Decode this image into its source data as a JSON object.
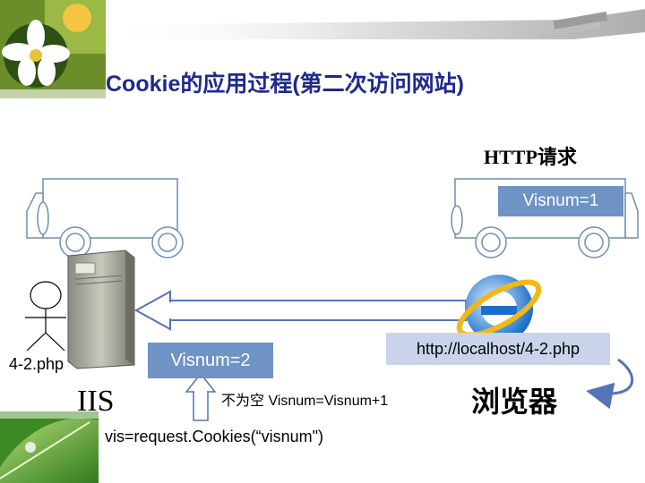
{
  "title": "Cookie的应用过程(第二次访问网站)",
  "http_request_label": "HTTP请求",
  "visnum_request": "Visnum=1",
  "visnum_response": "Visnum=2",
  "url": "http://localhost/4-2.php",
  "server_file": "4-2.php",
  "server_name": "IIS",
  "update_rule": "不为空 Visnum=Visnum+1",
  "browser_label": "浏览器",
  "cookie_code": "vis=request.Cookies(“visnum\")",
  "icons": [
    "flower-photo-icon",
    "server-tower-icon",
    "person-icon",
    "ie-browser-icon",
    "water-drop-leaf-icon",
    "truck-icon"
  ],
  "colors": {
    "label_box": "#6e93c4",
    "url_box": "#c9d4ea",
    "arrow": "#5573b8",
    "title": "#1f2a8c"
  }
}
